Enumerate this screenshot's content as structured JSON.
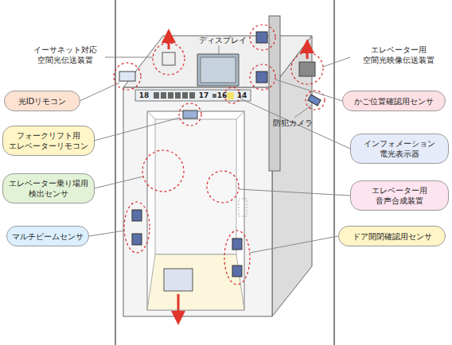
{
  "diagram": {
    "nodes": [
      {
        "text": [
          "光IDリモコン"
        ]
      },
      {
        "text": [
          "フォークリフト用 エレベーターリモコン"
        ]
      },
      {
        "text": [
          "エレベーター乗り場用 検出センサ"
        ]
      },
      {
        "text": [
          "マルチビームセンサ"
        ]
      },
      {
        "text": [
          "かご位置確認用センサ"
        ]
      },
      {
        "text": [
          "インフォメーション 電光表示器"
        ]
      },
      {
        "text": [
          "エレベーター用 音声合成装置"
        ]
      },
      {
        "text": [
          "ドア開閉確認用センサ"
        ]
      }
    ],
    "labels": [
      "イーサネット対応 空間光伝送装置",
      "ディスプレイ",
      "エレベーター用 空間光映像伝送装置",
      "防犯カメラ",
      "18",
      "17",
      "16",
      "14"
    ]
  }
}
